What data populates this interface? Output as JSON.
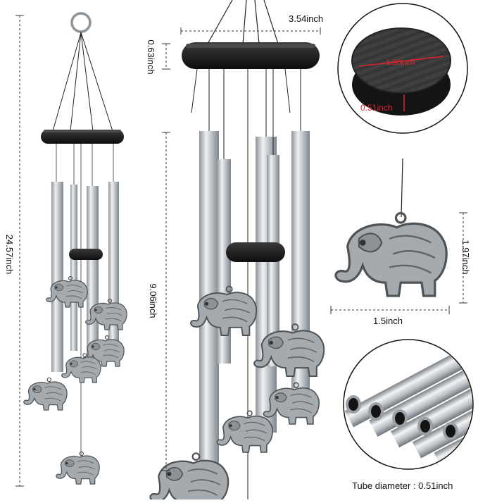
{
  "product": {
    "type": "elephant wind chime",
    "hook_color": "#2a2a2a",
    "tube_color": "#c9ccd0",
    "cap_color": "#1b1b1b",
    "charm_color": "#9ea3a8"
  },
  "dimensions": {
    "total_length": "24.57inch",
    "top_diameter": "3.54inch",
    "top_thickness": "0.63inch",
    "tube_length": "9.06inch",
    "charm_height": "1.97inch",
    "charm_width": "1.5inch",
    "wood_diameter": "1.50inch",
    "wood_thickness": "0.51inch",
    "tube_diameter_caption": "Tube diameter : 0.51inch"
  },
  "colors": {
    "dimension_line": "#333333",
    "highlight_red": "#e0242b"
  }
}
